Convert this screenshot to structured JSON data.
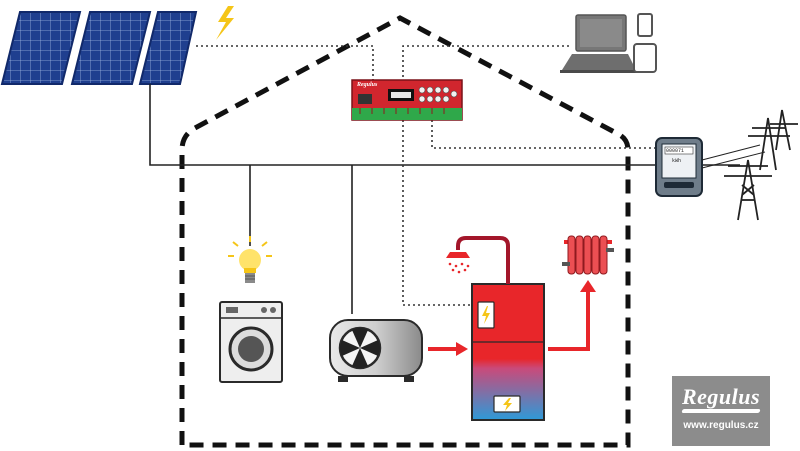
{
  "brand": {
    "name": "Regulus",
    "website": "www.regulus.cz",
    "controller_label": "Regulus"
  },
  "meter": {
    "display": "000071",
    "unit": "kWh"
  },
  "colors": {
    "house_outline": "#111111",
    "solar_panel": "#1f3f8f",
    "tank_hot": "#e8262a",
    "tank_cold": "#2d9ad8",
    "flow_arrow": "#e8262a",
    "hot_water_pipe": "#a3162a",
    "logo_background": "#8c8c8c",
    "bolt": "#f5c518"
  },
  "icons": [
    "solar-panel-icon",
    "lightning-icon",
    "laptop-icon",
    "tablet-icon",
    "phone-icon",
    "controller-icon",
    "electricity-meter-icon",
    "power-pylon-icon",
    "light-bulb-icon",
    "washing-machine-icon",
    "heat-pump-icon",
    "water-tank-icon",
    "shower-icon",
    "radiator-icon"
  ]
}
